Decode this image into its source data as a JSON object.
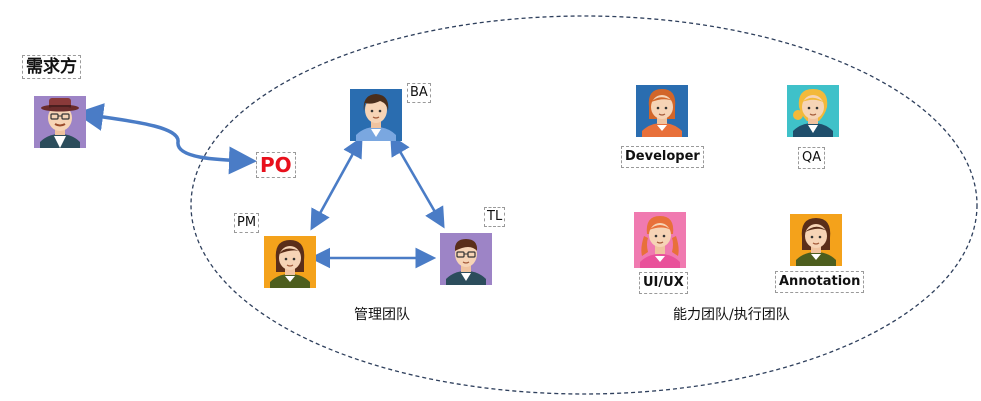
{
  "diagram": {
    "demand_side": {
      "label": "需求方"
    },
    "po": {
      "label": "PO",
      "color": "#e8101c"
    },
    "ba": {
      "label": "BA"
    },
    "pm": {
      "label": "PM"
    },
    "tl": {
      "label": "TL"
    },
    "management_team": {
      "label": "管理团队"
    },
    "developer": {
      "label": "Developer"
    },
    "qa": {
      "label": "QA"
    },
    "uiux": {
      "label": "UI/UX"
    },
    "annotation": {
      "label": "Annotation"
    },
    "execution_team": {
      "label": "能力团队/执行团队"
    }
  },
  "colors": {
    "arrow": "#4a7cc6",
    "ellipse_border": "#2e3f5c",
    "skin": "#f6d4b6",
    "purple_bg": "#9d84c6",
    "blue_bg": "#2a6db0",
    "orange_bg": "#f4a21b",
    "teal_bg": "#3fc1c9",
    "pink_bg": "#f07ab0"
  },
  "icons": {
    "demand_side": "person-with-hat-icon",
    "ba": "male-person-icon",
    "pm": "female-person-icon",
    "tl": "person-with-glasses-icon",
    "developer": "female-person-icon",
    "qa": "female-person-icon",
    "uiux": "female-person-icon",
    "annotation": "female-person-icon"
  }
}
